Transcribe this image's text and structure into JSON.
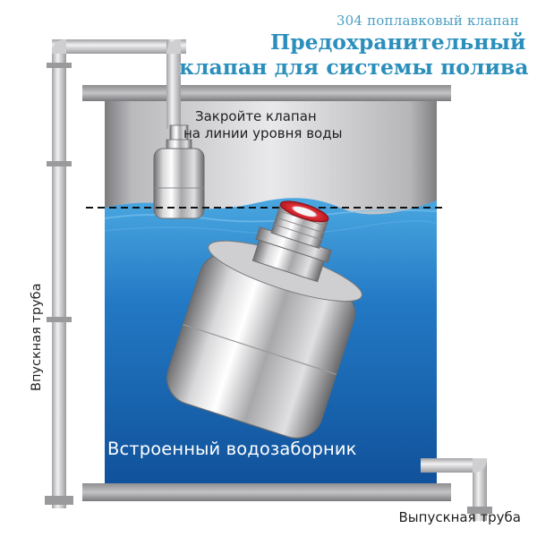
{
  "header": {
    "subtitle": "304 поплавковый клапан",
    "title_line1": "Предохранительный",
    "title_line2": "клапан для системы полива"
  },
  "annotation": {
    "line1": "Закройте клапан",
    "line2": "на линии уровня воды"
  },
  "caption": "Встроенный водозаборник",
  "labels": {
    "inlet": "Впускная труба",
    "outlet": "Выпускная труба"
  },
  "colors": {
    "title": "#2b8fbc",
    "water": "#1e6fb8",
    "valve_inlet": "#e0313b"
  }
}
